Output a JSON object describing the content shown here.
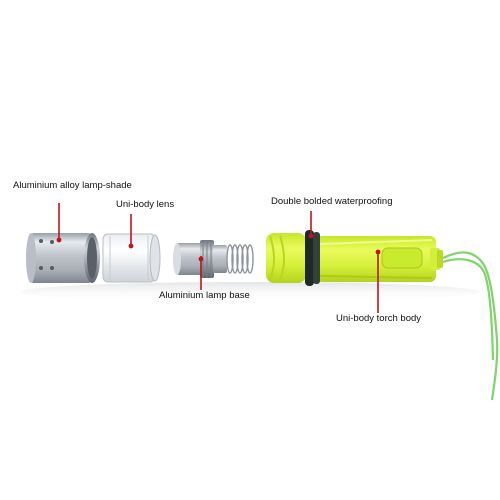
{
  "labels": {
    "lamp_shade": "Aluminium alloy lamp-shade",
    "lens": "Uni-body lens",
    "lamp_base": "Aluminium lamp base",
    "waterproofing": "Double bolded waterproofing",
    "torch_body": "Uni-body torch body"
  },
  "colors": {
    "background": "#ffffff",
    "pointer_line": "#c0141e",
    "torch_body": "#d8f53a",
    "lanyard": "#7fd46a",
    "o_ring": "#1f2a26",
    "aluminium": "#c5c9cf"
  }
}
